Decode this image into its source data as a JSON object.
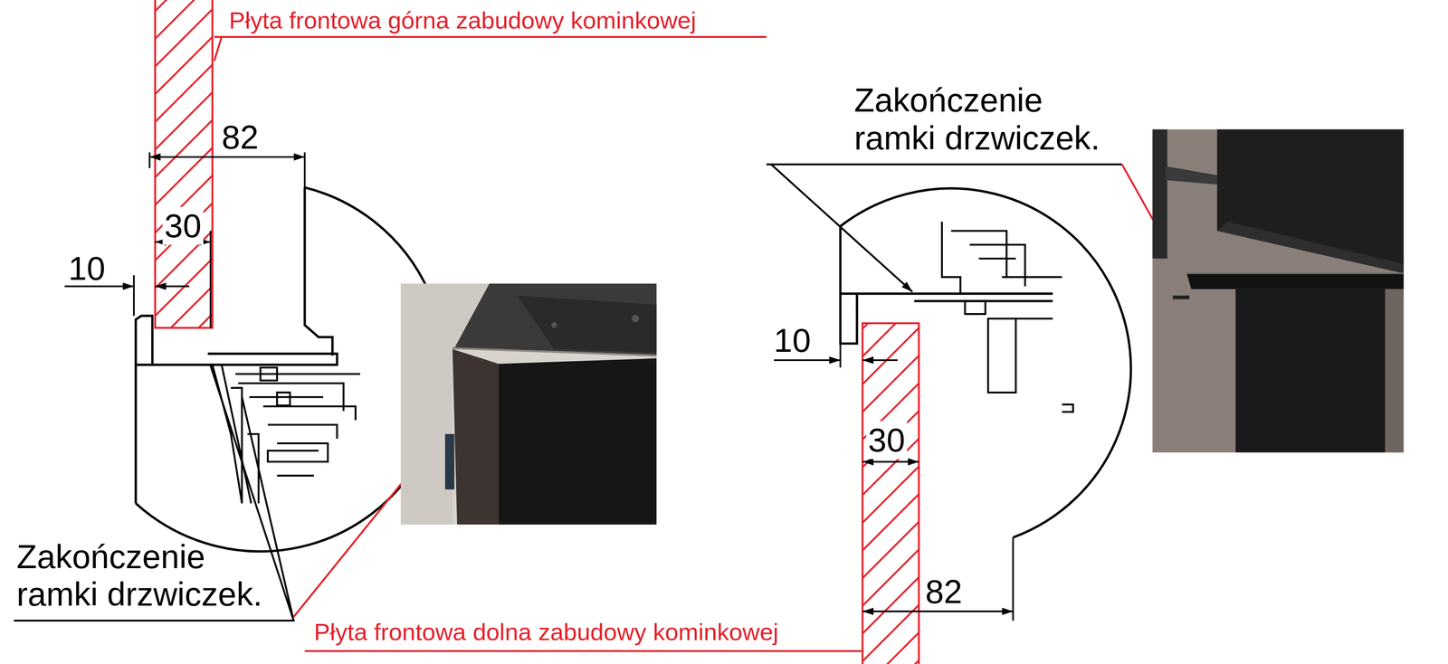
{
  "diagram": {
    "labels": [
      "Płyta frontowa górna zabudowy kominkowej",
      "Zakończenie ramki drzwiczek.",
      "82",
      "30",
      "10",
      "10",
      "30",
      "Zakończenie ramki drzwiczek.",
      "82",
      "Płyta frontowa dolna zabudowy kominkowej"
    ]
  }
}
